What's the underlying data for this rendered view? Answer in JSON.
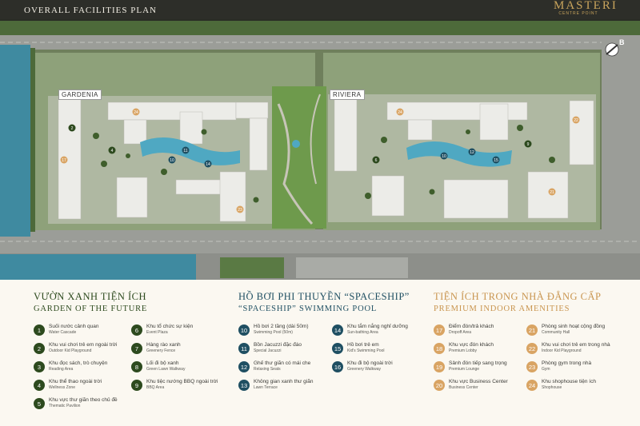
{
  "header": {
    "title": "OVERALL FACILITIES PLAN",
    "logo_main": "MASTERI",
    "logo_sub": "CENTRE POINT"
  },
  "map": {
    "blocks": [
      "GARDENIA",
      "RIVIERA"
    ],
    "gate_label": "B"
  },
  "colors": {
    "garden": "#2d4a1e",
    "pool": "#1f4f62",
    "indoor": "#d9a463"
  },
  "legend": {
    "garden": {
      "title_vi": "VƯỜN XANH TIỆN ÍCH",
      "title_en": "GARDEN OF THE FUTURE",
      "items": [
        {
          "num": "1",
          "vi": "Suối nước cảnh quan",
          "en": "Water Cascade"
        },
        {
          "num": "2",
          "vi": "Khu vui chơi trẻ em ngoài trời",
          "en": "Outdoor Kid Playground"
        },
        {
          "num": "3",
          "vi": "Khu đọc sách, trò chuyện",
          "en": "Reading Area"
        },
        {
          "num": "4",
          "vi": "Khu thể thao ngoài trời",
          "en": "Wellness Zone"
        },
        {
          "num": "5",
          "vi": "Khu vực thư giãn theo chủ đề",
          "en": "Thematic Pavilion"
        },
        {
          "num": "6",
          "vi": "Khu tổ chức sự kiện",
          "en": "Event Plaza"
        },
        {
          "num": "7",
          "vi": "Hàng rào xanh",
          "en": "Greenery Fence"
        },
        {
          "num": "8",
          "vi": "Lối đi bộ xanh",
          "en": "Green Lawn Walkway"
        },
        {
          "num": "9",
          "vi": "Khu tiệc nướng BBQ ngoài trời",
          "en": "BBQ Area"
        }
      ]
    },
    "pool": {
      "title_vi": "HỒ BƠI PHI THUYỀN “SPACESHIP”",
      "title_en": "“SPACESHIP” SWIMMING POOL",
      "items": [
        {
          "num": "10",
          "vi": "Hồ bơi 2 tầng (dài 50m)",
          "en": "Swimming Pool (50m)"
        },
        {
          "num": "11",
          "vi": "Bồn Jacuzzi đặc đáo",
          "en": "Special Jacuzzi"
        },
        {
          "num": "12",
          "vi": "Ghế thư giãn có mái che",
          "en": "Relaxing Seats"
        },
        {
          "num": "13",
          "vi": "Không gian xanh thư giãn",
          "en": "Lawn Terrace"
        },
        {
          "num": "14",
          "vi": "Khu tắm nắng nghỉ dưỡng",
          "en": "Sun-bathing Area"
        },
        {
          "num": "15",
          "vi": "Hồ bơi trẻ em",
          "en": "Kid's Swimming Pool"
        },
        {
          "num": "16",
          "vi": "Khu đi bộ ngoài trời",
          "en": "Greenery Walkway"
        }
      ]
    },
    "indoor": {
      "title_vi": "TIỆN ÍCH TRONG NHÀ ĐẲNG CẤP",
      "title_en": "PREMIUM INDOOR AMENITIES",
      "items": [
        {
          "num": "17",
          "vi": "Điểm đón/trả khách",
          "en": "Dropoff Area"
        },
        {
          "num": "18",
          "vi": "Khu vực đón khách",
          "en": "Premium Lobby"
        },
        {
          "num": "19",
          "vi": "Sảnh đón tiếp sang trọng",
          "en": "Premium Lounge"
        },
        {
          "num": "20",
          "vi": "Khu vực Business Center",
          "en": "Business Center"
        },
        {
          "num": "21",
          "vi": "Phòng sinh hoạt cộng đồng",
          "en": "Community Hall"
        },
        {
          "num": "22",
          "vi": "Khu vui chơi trẻ em trong nhà",
          "en": "Indoor Kid Playground"
        },
        {
          "num": "23",
          "vi": "Phòng gym trong nhà",
          "en": "Gym"
        },
        {
          "num": "24",
          "vi": "Khu shophouse tiện ích",
          "en": "Shophouse"
        }
      ]
    }
  }
}
